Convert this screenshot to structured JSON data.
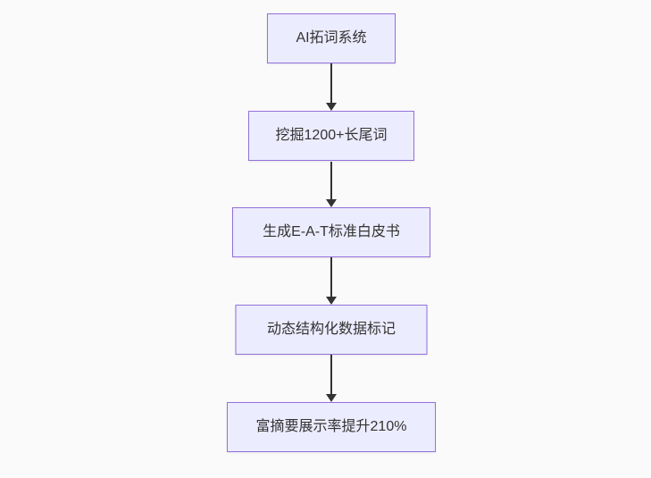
{
  "canvas": {
    "background_color": "#fafafa"
  },
  "flowchart": {
    "type": "vertical-flow-diagram",
    "node_fill_color": "#ECECFF",
    "node_border_color": "#9370DB",
    "text_color": "#333333",
    "arrow_color": "#333333",
    "nodes": [
      {
        "label": "AI拓词系统"
      },
      {
        "label": "挖掘1200+长尾词"
      },
      {
        "label": "生成E-A-T标准白皮书"
      },
      {
        "label": "动态结构化数据标记"
      },
      {
        "label": "富摘要展示率提升210%"
      }
    ],
    "edges": [
      {
        "from": "AI拓词系统",
        "to": "挖掘1200+长尾词"
      },
      {
        "from": "挖掘1200+长尾词",
        "to": "生成E-A-T标准白皮书"
      },
      {
        "from": "生成E-A-T标准白皮书",
        "to": "动态结构化数据标记"
      },
      {
        "from": "动态结构化数据标记",
        "to": "富摘要展示率提升210%"
      }
    ]
  }
}
